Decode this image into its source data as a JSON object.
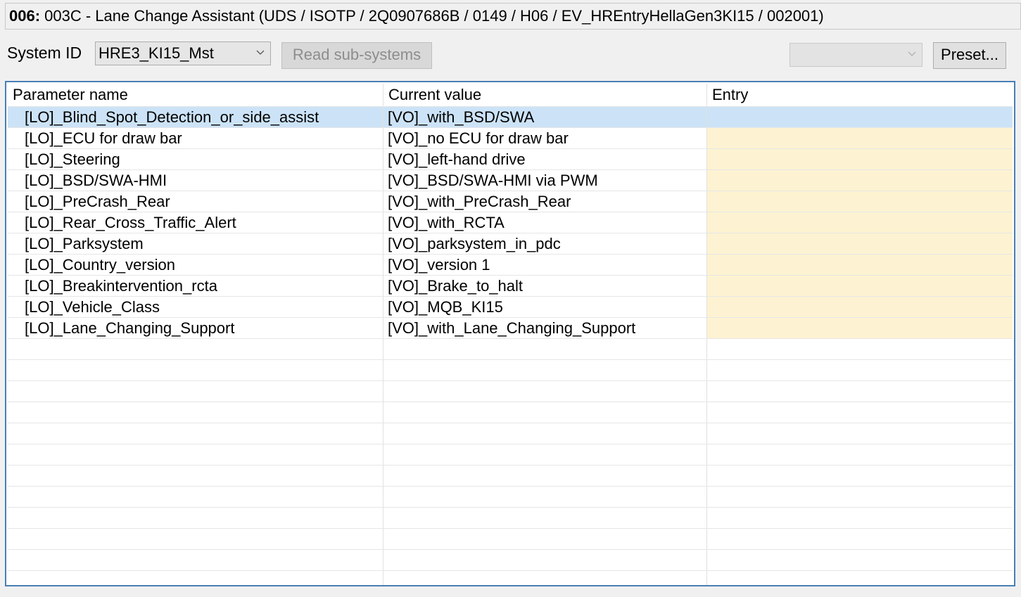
{
  "title": {
    "code": "006:",
    "text": " 003C - Lane Change Assistant  (UDS / ISOTP / 2Q0907686B / 0149 / H06 / EV_HREntryHellaGen3KI15 / 002001)"
  },
  "toolbar": {
    "system_id_label": "System ID",
    "system_id_value": "HRE3_KI15_Mst",
    "read_subsystems_label": "Read sub-systems",
    "preset_label": "Preset...",
    "preset_combo_value": ""
  },
  "table": {
    "headers": [
      "Parameter name",
      "Current value",
      "Entry"
    ],
    "rows": [
      {
        "name": "[LO]_Blind_Spot_Detection_or_side_assist",
        "value": "[VO]_with_BSD/SWA",
        "entry": "",
        "selected": true
      },
      {
        "name": "[LO]_ECU for draw bar",
        "value": "[VO]_no ECU for draw bar",
        "entry": ""
      },
      {
        "name": "[LO]_Steering",
        "value": "[VO]_left-hand drive",
        "entry": ""
      },
      {
        "name": "[LO]_BSD/SWA-HMI",
        "value": "[VO]_BSD/SWA-HMI via PWM",
        "entry": ""
      },
      {
        "name": "[LO]_PreCrash_Rear",
        "value": "[VO]_with_PreCrash_Rear",
        "entry": ""
      },
      {
        "name": "[LO]_Rear_Cross_Traffic_Alert",
        "value": "[VO]_with_RCTA",
        "entry": ""
      },
      {
        "name": "[LO]_Parksystem",
        "value": "[VO]_parksystem_in_pdc",
        "entry": ""
      },
      {
        "name": "[LO]_Country_version",
        "value": "[VO]_version 1",
        "entry": ""
      },
      {
        "name": "[LO]_Breakintervention_rcta",
        "value": "[VO]_Brake_to_halt",
        "entry": ""
      },
      {
        "name": "[LO]_Vehicle_Class",
        "value": "[VO]_MQB_KI15",
        "entry": ""
      },
      {
        "name": "[LO]_Lane_Changing_Support",
        "value": "[VO]_with_Lane_Changing_Support",
        "entry": ""
      }
    ],
    "empty_rows": 12
  },
  "colors": {
    "selection": "#cce3f7",
    "entry_fill": "#fdf3d2",
    "grid_border": "#4a7fb5"
  }
}
